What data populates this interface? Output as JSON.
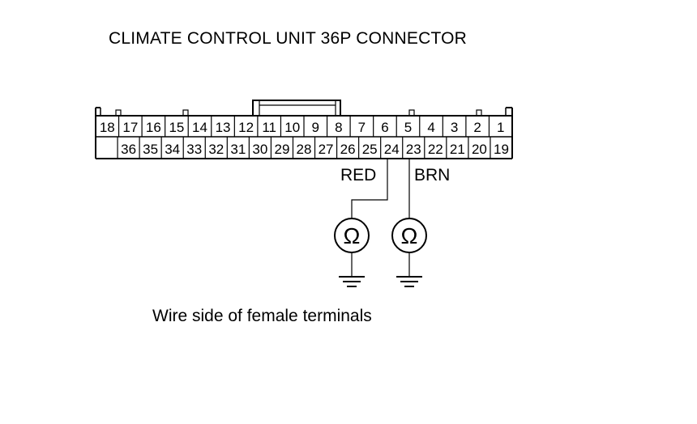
{
  "title": "CLIMATE CONTROL UNIT 36P CONNECTOR",
  "caption": "Wire side of female terminals",
  "connector": {
    "top_row": [
      "18",
      "17",
      "16",
      "15",
      "14",
      "13",
      "12",
      "11",
      "10",
      "9",
      "8",
      "7",
      "6",
      "5",
      "4",
      "3",
      "2",
      "1"
    ],
    "bottom_row": [
      "",
      "36",
      "35",
      "34",
      "33",
      "32",
      "31",
      "30",
      "29",
      "28",
      "27",
      "26",
      "25",
      "24",
      "23",
      "22",
      "21",
      "20",
      "19"
    ]
  },
  "probes": [
    {
      "terminal": "24",
      "wire_color": "RED",
      "meter_symbol": "Ω"
    },
    {
      "terminal": "23",
      "wire_color": "BRN",
      "meter_symbol": "Ω"
    }
  ]
}
